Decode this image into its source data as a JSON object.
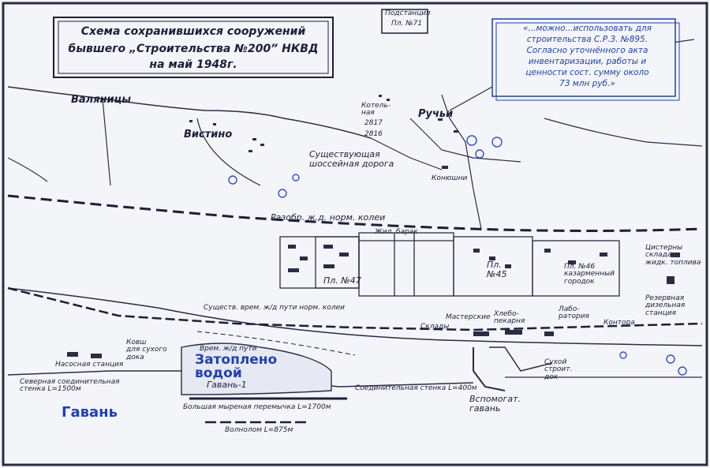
{
  "title": {
    "line1": "Схема сохранившихся сооружений",
    "line2": "бывшего „Строительства №200” НКВД",
    "line3": "на май 1948г."
  },
  "quote": {
    "line1": "«...можно...использовать для",
    "line2": "строительства С.Р.З. №895.",
    "line3": "Согласно уточнённого акта",
    "line4": "инвентаризации, работы и",
    "line5": "ценности сост. сумму около",
    "line6": "73 млн руб.»"
  },
  "substation": {
    "label": "Подстанция",
    "number": "Пл. №71"
  },
  "settlements": {
    "valyanitsy": "Валяницы",
    "vistino": "Вистино",
    "ruchyi": "Ручьи"
  },
  "labels": {
    "boiler": "Котель-\nная",
    "n2817": "2817",
    "n2816": "2816",
    "highway": "Существующая\nшоссейная дорога",
    "konyushni": "Конюшни",
    "dismantled_rail": "Разобр. ж.д. норм. колеи",
    "barracks": "Жил. барак",
    "pl47": "Пл. №47",
    "pl45": "Пл.\n№45",
    "pl46": "Пл. №46\nказарменный\nгородок",
    "tanks": "Цистерны\nсклада\nжидк. топлива",
    "reserve_station": "Резервная\nдизельная\nстанция",
    "existing_rail": "Существ. врем. ж/д пути норм. колеи",
    "workshops": "Мастерские",
    "warehouses": "Склады",
    "bakery": "Хлебо-\nпекарня",
    "laboratory": "Лабо-\nратория",
    "office": "Контора",
    "dry_dock": "Сухой\nстроит.\nдок",
    "aux_harbor": "Вспомогат.\nгавань",
    "connecting_wall": "Соединительная стенка L=400м",
    "koviy": "Ковш\nдля сухого\nдока",
    "pump_station": "Насосная\nстанция",
    "temp_rail": "Врем. ж/д пути",
    "flooded": "Затоплено\nводой",
    "harbor1": "Гавань-1",
    "north_wall": "Северная соединительная\nстенка L=1500м",
    "harbor": "Гавань",
    "bulkhead": "Большая мыреная перемычка L=1700м",
    "breakwater": "Волнолом L=875м"
  },
  "colors": {
    "ink": "#1c1e3c",
    "accent_blue": "#1e3fb8",
    "paper": "#f4f5f8",
    "pond": "#2f4fd0"
  }
}
